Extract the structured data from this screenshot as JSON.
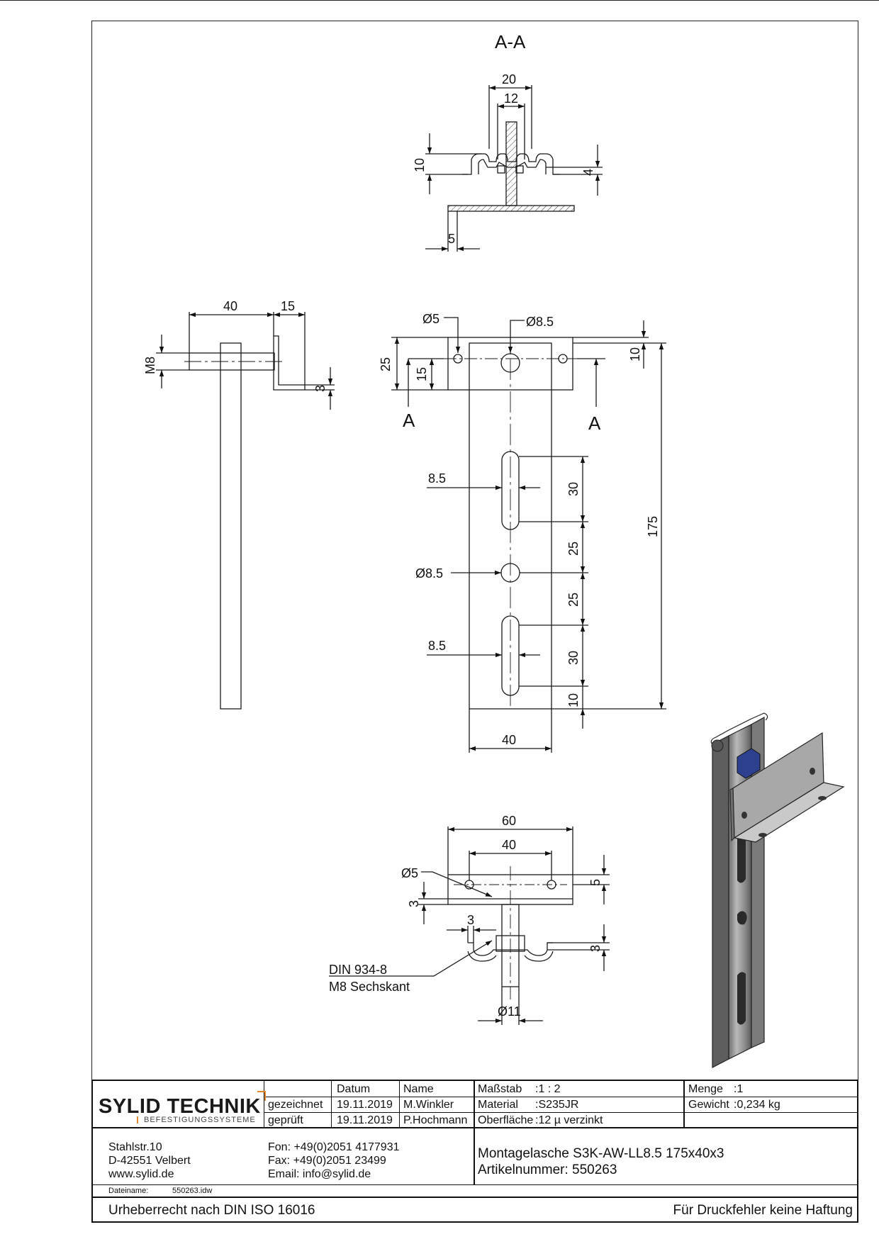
{
  "drawing": {
    "section_title": "A-A",
    "section_marks": [
      "A",
      "A"
    ],
    "dims": {
      "sec_w20": "20",
      "sec_w12": "12",
      "sec_h10": "10",
      "sec_h4": "4",
      "sec_w5": "5",
      "side_w40": "40",
      "side_w15": "15",
      "side_m8": "M8",
      "side_t3": "3",
      "front_d5": "Ø5",
      "front_d85_top": "Ø8.5",
      "front_h25": "25",
      "front_h15": "15",
      "front_h10_top": "10",
      "front_h175": "175",
      "front_slot1": "8.5",
      "front_v30a": "30",
      "front_v25a": "25",
      "front_d85_mid": "Ø8.5",
      "front_v25b": "25",
      "front_slot2": "8.5",
      "front_v30b": "30",
      "front_v10_bot": "10",
      "front_w40": "40",
      "top_w60": "60",
      "top_w40": "40",
      "top_d5": "Ø5",
      "top_h5": "5",
      "top_h3": "3",
      "top_t3": "3",
      "top_t3b": "3",
      "top_d11": "Ø11"
    },
    "nut_label_1": "DIN 934-8",
    "nut_label_2": "M8 Sechskant"
  },
  "title_block": {
    "logo_text": "SYLID TECHNIK",
    "logo_subtitle": "BEFESTIGUNGSSYSTEME",
    "col_datum": "Datum",
    "col_name": "Name",
    "row_drawn_label": "gezeichnet",
    "row_drawn_date": "19.11.2019",
    "row_drawn_name": "M.Winkler",
    "row_checked_label": "geprüft",
    "row_checked_date": "19.11.2019",
    "row_checked_name": "P.Hochmann",
    "scale_label": "Maßstab",
    "scale_value": ":1 : 2",
    "material_label": "Material",
    "material_value": ":S235JR",
    "surface_label": "Oberfläche",
    "surface_value": ":12 µ verzinkt",
    "quantity_label": "Menge",
    "quantity_value": ":1",
    "weight_label": "Gewicht",
    "weight_value": ":0,234 kg",
    "address": [
      "Stahlstr.10",
      "D-42551 Velbert",
      "www.sylid.de"
    ],
    "contact": [
      "Fon: +49(0)2051 4177931",
      "Fax: +49(0)2051 23499",
      "Email: info@sylid.de"
    ],
    "product_name": "Montagelasche S3K-AW-LL8.5 175x40x3",
    "article_number": "Artikelnummer: 550263",
    "filename_label": "Dateiname:",
    "filename_value": "550263.idw",
    "copyright": "Urheberrecht nach DIN ISO 16016",
    "disclaimer": "Für Druckfehler keine Haftung"
  }
}
